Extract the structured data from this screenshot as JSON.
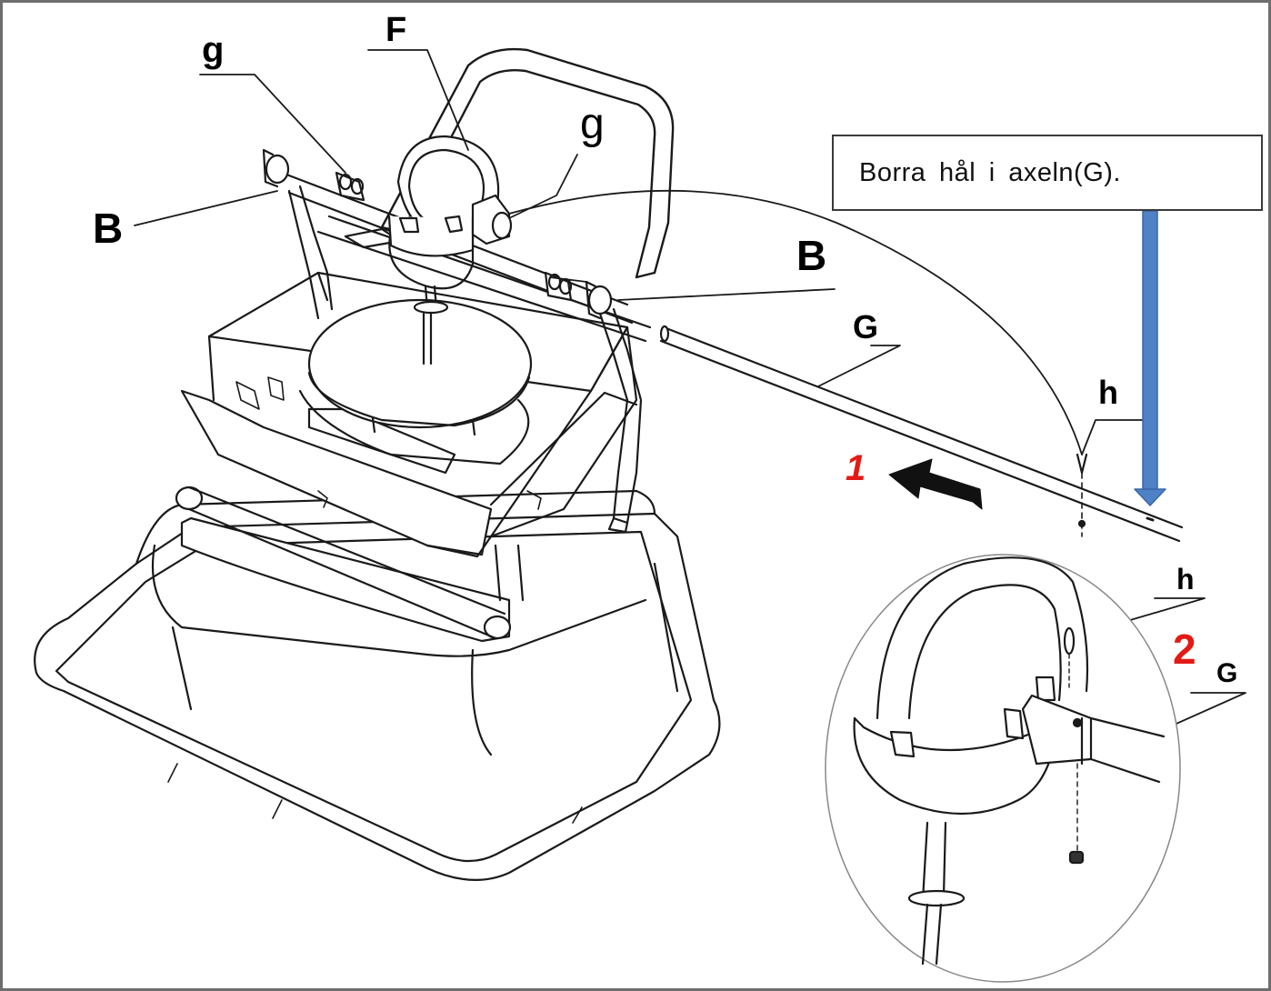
{
  "labels": {
    "F": "F",
    "g_left": "g",
    "g_mid": "g",
    "B_left": "B",
    "B_right": "B",
    "G_rod": "G",
    "h_top": "h",
    "h_detail": "h",
    "G_detail": "G"
  },
  "steps": {
    "step1": "1",
    "step2": "2"
  },
  "callout": {
    "text": "Borra hål i axeln(G)."
  },
  "colors": {
    "step_red": "#e31b14",
    "arrow_blue": "#4f81c7",
    "arrow_black": "#111111"
  }
}
